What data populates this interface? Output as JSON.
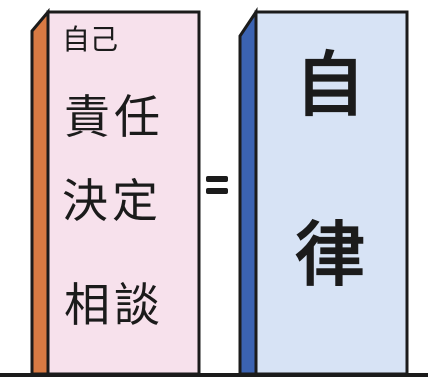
{
  "left_pillar": {
    "line1_top": "自己",
    "line1_rest": "責任",
    "line2": "決定",
    "line3": "相談",
    "fill_color": "#f7e1ec",
    "side_color": "#d87a43"
  },
  "equals_sign": {
    "symbol": "="
  },
  "right_pillar": {
    "line1": "自",
    "line2": "律",
    "fill_color": "#d7e3f5",
    "side_color": "#3b63b2"
  },
  "outline_color": "#1b1b1b"
}
